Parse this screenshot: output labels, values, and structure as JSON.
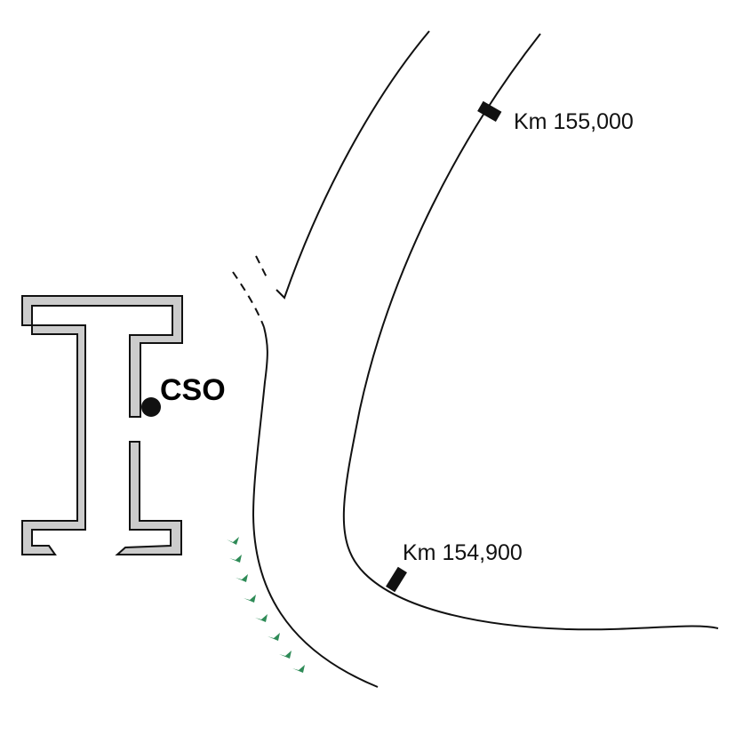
{
  "labels": {
    "km_upper": "Km 155,000",
    "km_lower": "Km 154,900",
    "cso": "CSO"
  },
  "colors": {
    "line": "#111111",
    "building_fill": "#cccccc",
    "marker": "#111111",
    "vegetation": "#2e8b57"
  },
  "icons": {
    "vegetation": "grass-tuft-icon",
    "cso_point": "outfall-dot-icon",
    "km_marker": "kilometer-marker-icon"
  }
}
